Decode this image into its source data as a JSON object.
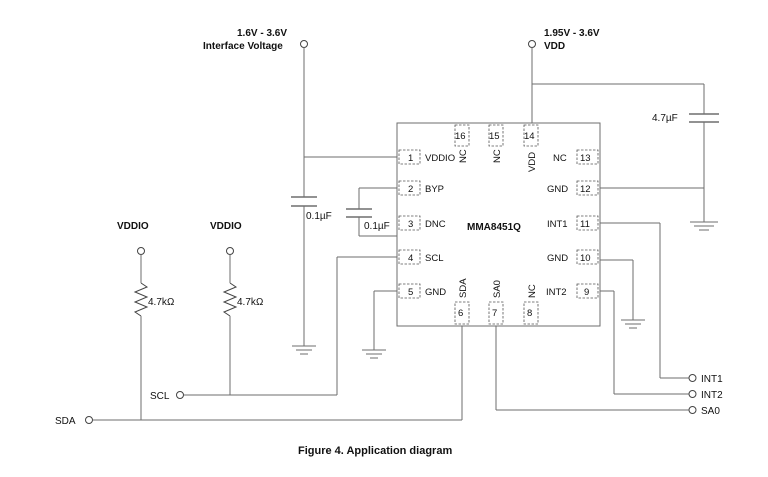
{
  "supplies": {
    "vddio_range": "1.6V - 3.6V",
    "vddio_label": "Interface Voltage",
    "vdd_range": "1.95V - 3.6V",
    "vdd_label": "VDD"
  },
  "chip": {
    "name": "MMA8451Q",
    "pins": [
      {
        "num": "1",
        "name": "VDDIO"
      },
      {
        "num": "2",
        "name": "BYP"
      },
      {
        "num": "3",
        "name": "DNC"
      },
      {
        "num": "4",
        "name": "SCL"
      },
      {
        "num": "5",
        "name": "GND"
      },
      {
        "num": "6",
        "name": "SDA"
      },
      {
        "num": "7",
        "name": "SA0"
      },
      {
        "num": "8",
        "name": "NC"
      },
      {
        "num": "9",
        "name": "INT2"
      },
      {
        "num": "10",
        "name": "GND"
      },
      {
        "num": "11",
        "name": "INT1"
      },
      {
        "num": "12",
        "name": "GND"
      },
      {
        "num": "13",
        "name": "NC"
      },
      {
        "num": "14",
        "name": "VDD"
      },
      {
        "num": "15",
        "name": "NC"
      },
      {
        "num": "16",
        "name": "NC"
      }
    ]
  },
  "components": {
    "cap_vdd": "4.7µF",
    "cap_vddio": "0.1µF",
    "cap_byp": "0.1µF",
    "res_left": "4.7kΩ",
    "res_right": "4.7kΩ",
    "pullup_left": "VDDIO",
    "pullup_right": "VDDIO"
  },
  "signals": {
    "scl": "SCL",
    "sda": "SDA",
    "int1": "INT1",
    "int2": "INT2",
    "sa0": "SA0"
  },
  "caption": "Figure 4. Application diagram"
}
